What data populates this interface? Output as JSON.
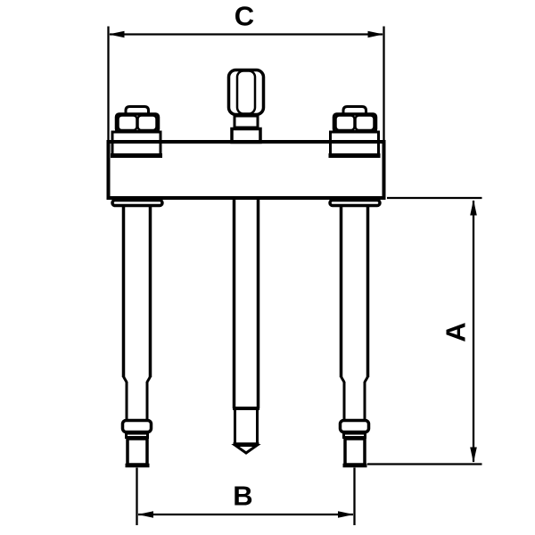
{
  "diagram": {
    "description": "Two-jaw mechanical puller technical line drawing with dimension callouts",
    "labels": {
      "top_width": "C",
      "right_height": "A",
      "bottom_width": "B"
    }
  },
  "colors": {
    "line": "#000000",
    "background": "#ffffff"
  }
}
